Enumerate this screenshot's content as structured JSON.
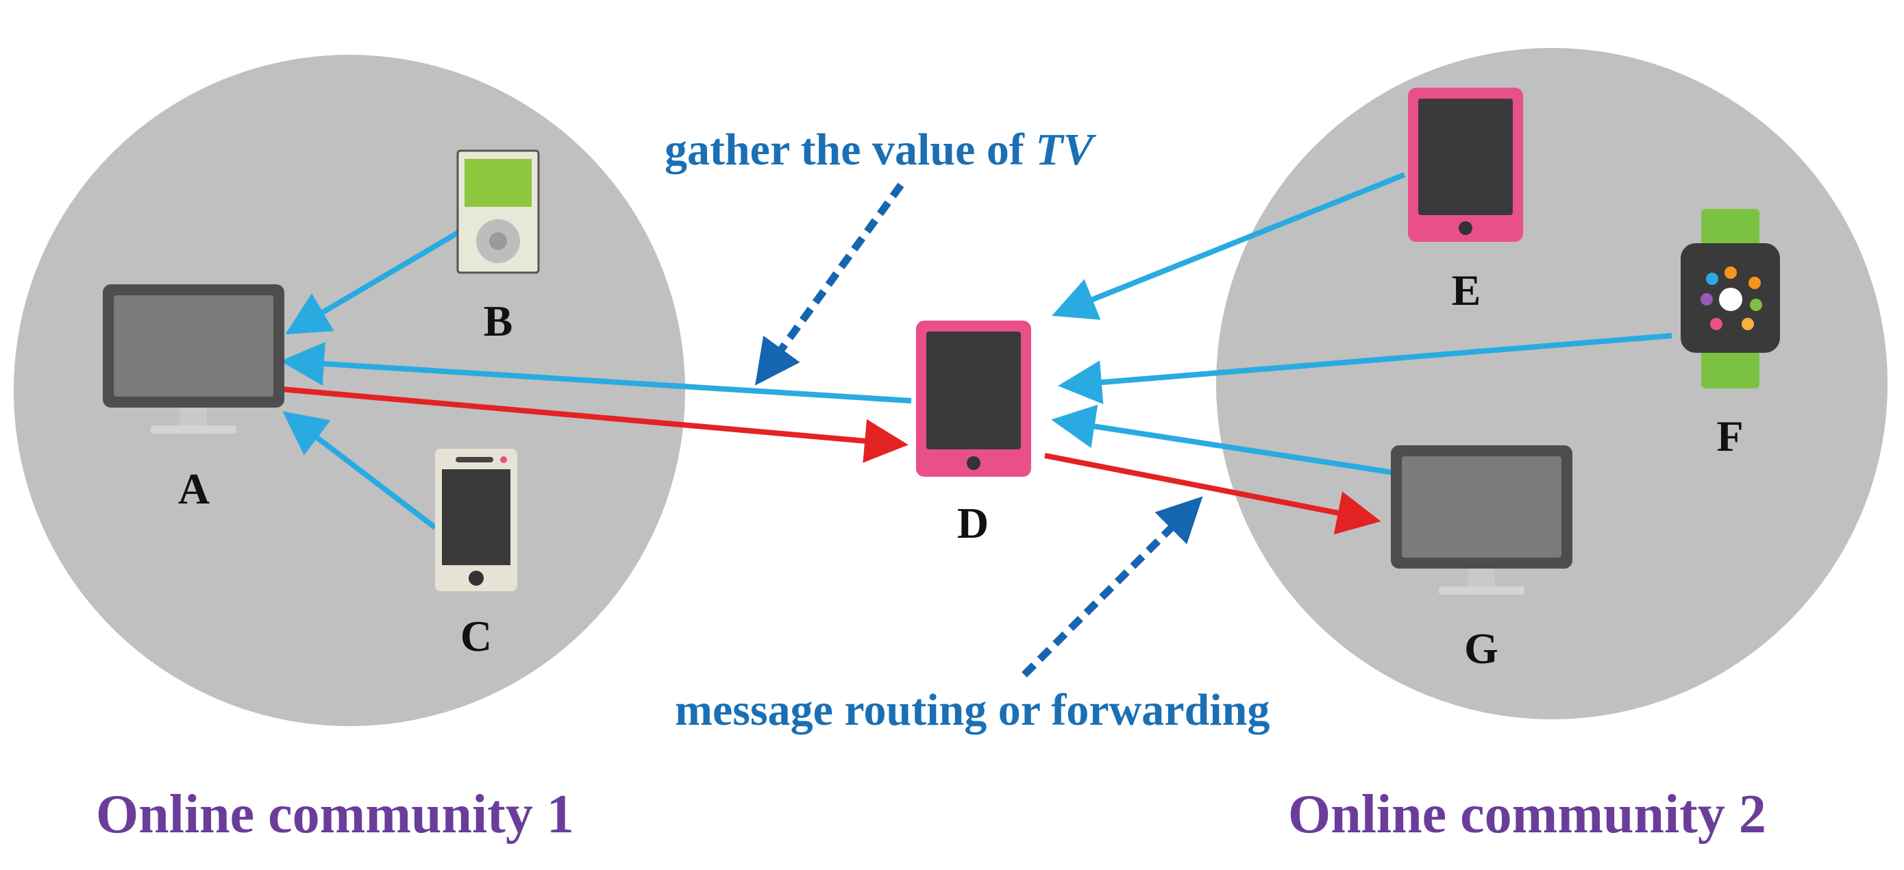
{
  "colors": {
    "community_fill": "#c0c0c0",
    "gather_arrow": "#29abe2",
    "send_arrow": "#e32323",
    "annotation": "#1a6fb5",
    "annotation_arrow": "#1565b0",
    "community_label": "#6a3d9a",
    "node_label": "#111111",
    "tablet_frame": "#e9508a",
    "screen_dark": "#3a3a3a",
    "monitor_body": "#4d4d4d",
    "watch_band": "#7cc242"
  },
  "communities": [
    {
      "id": "c1",
      "label": "Online community 1"
    },
    {
      "id": "c2",
      "label": "Online community 2"
    }
  ],
  "nodes": [
    {
      "id": "A",
      "label": "A",
      "icon": "desktop-monitor-icon",
      "community": "c1"
    },
    {
      "id": "B",
      "label": "B",
      "icon": "mp3-player-icon",
      "community": "c1"
    },
    {
      "id": "C",
      "label": "C",
      "icon": "smartphone-icon",
      "community": "c1"
    },
    {
      "id": "D",
      "label": "D",
      "icon": "tablet-icon",
      "community": ""
    },
    {
      "id": "E",
      "label": "E",
      "icon": "tablet-icon",
      "community": "c2"
    },
    {
      "id": "F",
      "label": "F",
      "icon": "smartwatch-icon",
      "community": "c2"
    },
    {
      "id": "G",
      "label": "G",
      "icon": "desktop-monitor-icon",
      "community": "c2"
    }
  ],
  "edges": [
    {
      "from": "B",
      "to": "A",
      "kind": "gather"
    },
    {
      "from": "C",
      "to": "A",
      "kind": "gather"
    },
    {
      "from": "D",
      "to": "A",
      "kind": "gather"
    },
    {
      "from": "A",
      "to": "D",
      "kind": "send"
    },
    {
      "from": "E",
      "to": "D",
      "kind": "gather"
    },
    {
      "from": "F",
      "to": "D",
      "kind": "gather"
    },
    {
      "from": "G",
      "to": "D",
      "kind": "gather"
    },
    {
      "from": "D",
      "to": "G",
      "kind": "send"
    }
  ],
  "annotations": {
    "gather_text": "gather the value of ",
    "gather_italic": "TV",
    "routing_text": "message routing or forwarding"
  }
}
